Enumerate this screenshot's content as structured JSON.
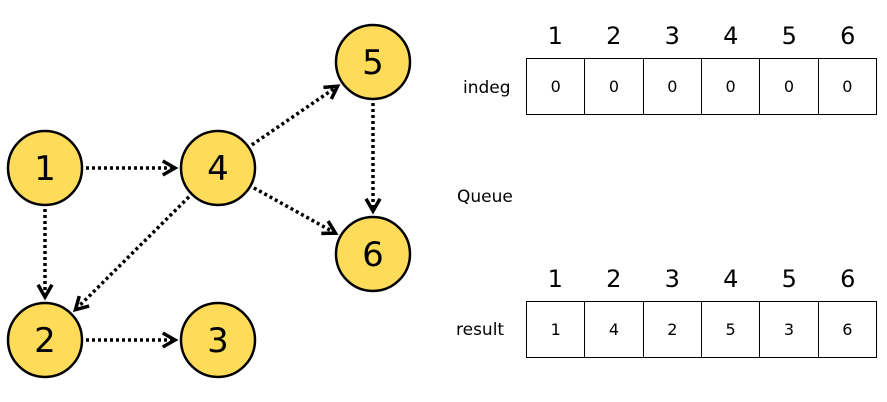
{
  "graph": {
    "nodes": [
      {
        "id": "1",
        "label": "1"
      },
      {
        "id": "2",
        "label": "2"
      },
      {
        "id": "3",
        "label": "3"
      },
      {
        "id": "4",
        "label": "4"
      },
      {
        "id": "5",
        "label": "5"
      },
      {
        "id": "6",
        "label": "6"
      }
    ],
    "edges": [
      {
        "from": "1",
        "to": "4"
      },
      {
        "from": "1",
        "to": "2"
      },
      {
        "from": "4",
        "to": "5"
      },
      {
        "from": "4",
        "to": "6"
      },
      {
        "from": "4",
        "to": "2"
      },
      {
        "from": "2",
        "to": "3"
      },
      {
        "from": "5",
        "to": "6"
      }
    ],
    "node_color": "#fedc5a"
  },
  "indeg": {
    "label": "indeg",
    "headers": [
      "1",
      "2",
      "3",
      "4",
      "5",
      "6"
    ],
    "values": [
      "0",
      "0",
      "0",
      "0",
      "0",
      "0"
    ]
  },
  "queue": {
    "label": "Queue"
  },
  "result": {
    "label": "result",
    "headers": [
      "1",
      "2",
      "3",
      "4",
      "5",
      "6"
    ],
    "values": [
      "1",
      "4",
      "2",
      "5",
      "3",
      "6"
    ]
  }
}
